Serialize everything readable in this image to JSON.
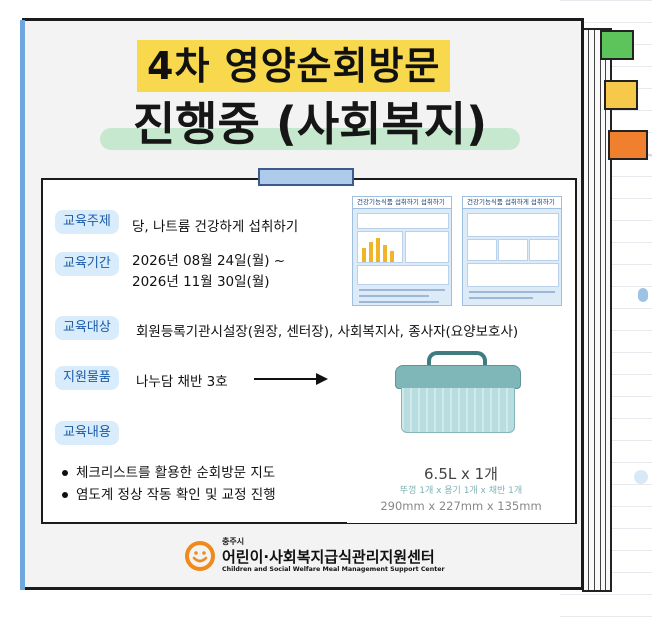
{
  "title": {
    "line1": "4차 영양순회방문",
    "line2": "진행중 (사회복지)"
  },
  "rows": [
    {
      "label": "교육주제",
      "value": "당, 나트륨 건강하게 섭취하기"
    },
    {
      "label": "교육기간",
      "value": "2026년 08월 24일(월) ~",
      "value2": "2026년 11월 30일(월)"
    },
    {
      "label": "교육대상",
      "value": "회원등록기관시설장(원장, 센터장), 사회복지사, 종사자(요양보호사)"
    },
    {
      "label": "지원물품",
      "value": "나누담 채반 3호"
    },
    {
      "label": "교육내용"
    }
  ],
  "bullets": [
    "체크리스트를 활용한 순회방문 지도",
    "염도계 정상 작동 확인 및 교정 진행"
  ],
  "thumbnails": [
    {
      "heading": "건강기능식품 섭취하기 섭취하기"
    },
    {
      "heading": "건강기능식품 섭취하게 섭취하기"
    }
  ],
  "product": {
    "size": "6.5L x 1개",
    "parts": "뚜껑 1개 x 용기 1개 x 채반 1개",
    "dimensions": "290mm x 227mm x 135mm"
  },
  "footer": {
    "city": "충주시",
    "org_name": "어린이·사회복지급식관리지원센터",
    "org_name_en": "Children and Social Welfare Meal Management Support Center"
  },
  "colors": {
    "highlight_yellow": "#f8d84c",
    "highlight_green": "#c6e8cf",
    "pill_bg": "#d9ecfb",
    "pill_text": "#1a5aa8",
    "tab_green": "#5cc45a",
    "tab_yellow": "#f6c94a",
    "tab_orange": "#f07f2e",
    "logo_orange": "#f08a1c"
  }
}
